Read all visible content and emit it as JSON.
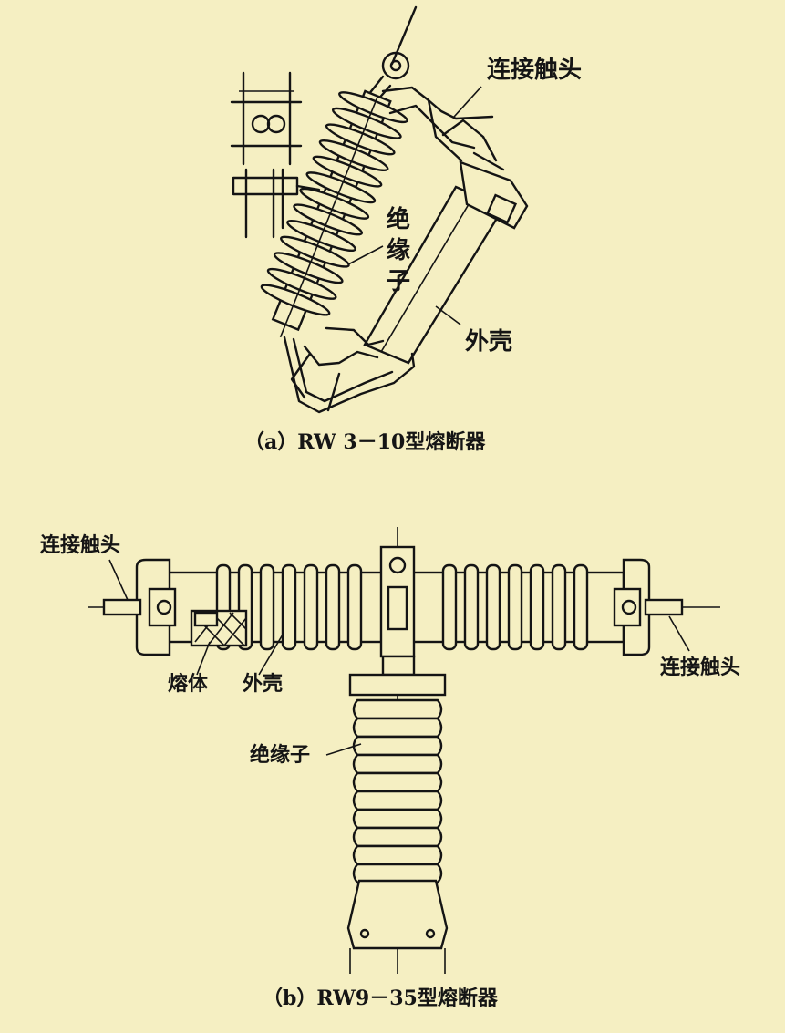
{
  "figure_a": {
    "caption": "（a）RW 3－10型熔断器",
    "labels": {
      "contact": "连接触头",
      "insulator_1": "绝",
      "insulator_2": "缘",
      "insulator_3": "子",
      "shell": "外壳"
    }
  },
  "figure_b": {
    "caption": "（b）RW9－35型熔断器",
    "labels": {
      "contact_left": "连接触头",
      "contact_right": "连接触头",
      "fuse_body": "熔体",
      "shell": "外壳",
      "insulator": "绝缘子"
    }
  }
}
